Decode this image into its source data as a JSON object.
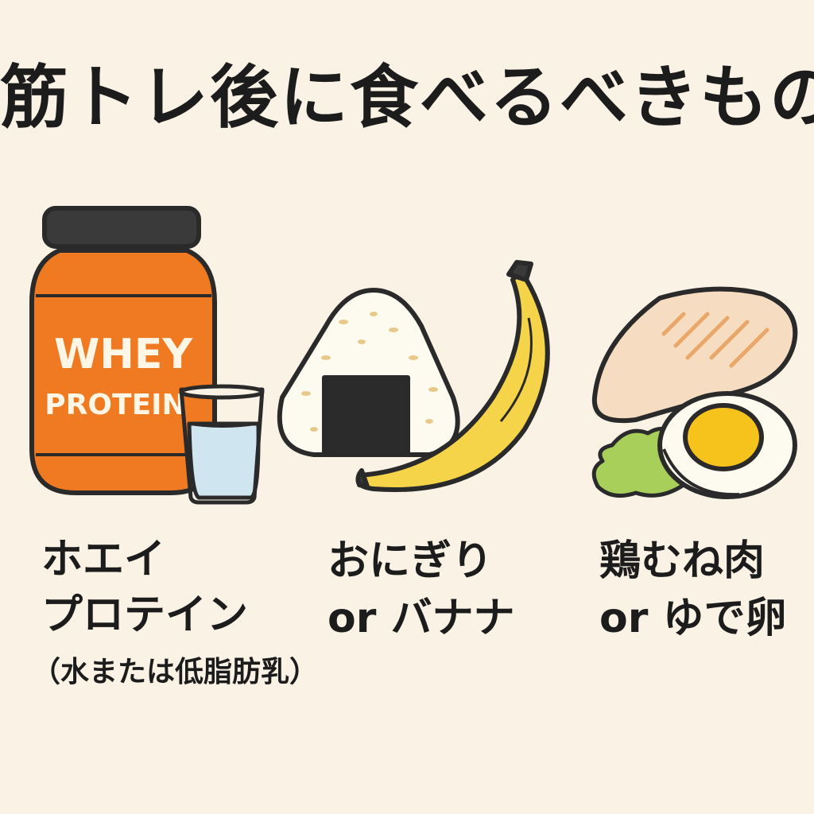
{
  "colors": {
    "background": "#fbf2e6",
    "outline": "#2a2a2a",
    "jar_orange": "#f07a22",
    "jar_lid": "#3a3a3a",
    "water": "#cfe6f0",
    "rice": "#fdfaf0",
    "nori": "#2b2b2b",
    "banana": "#f6d44a",
    "chicken": "#f6dcc0",
    "egg_yolk": "#f6c21c",
    "lettuce": "#a8cf5a"
  },
  "title": "筋トレ後に食べるべきもの",
  "items": [
    {
      "icon": "protein-jar-and-glass",
      "jar_text_1": "WHEY",
      "jar_text_2": "PROTEIN",
      "line1": "ホエイ",
      "line2": "プロテイン",
      "line3": "（水または低脂肪乳）"
    },
    {
      "icon": "rice-ball-and-banana",
      "line1": "おにぎり",
      "line2": "or バナナ"
    },
    {
      "icon": "chicken-breast-and-boiled-egg",
      "line1": "鶏むね肉",
      "line2": "or ゆで卵"
    }
  ]
}
